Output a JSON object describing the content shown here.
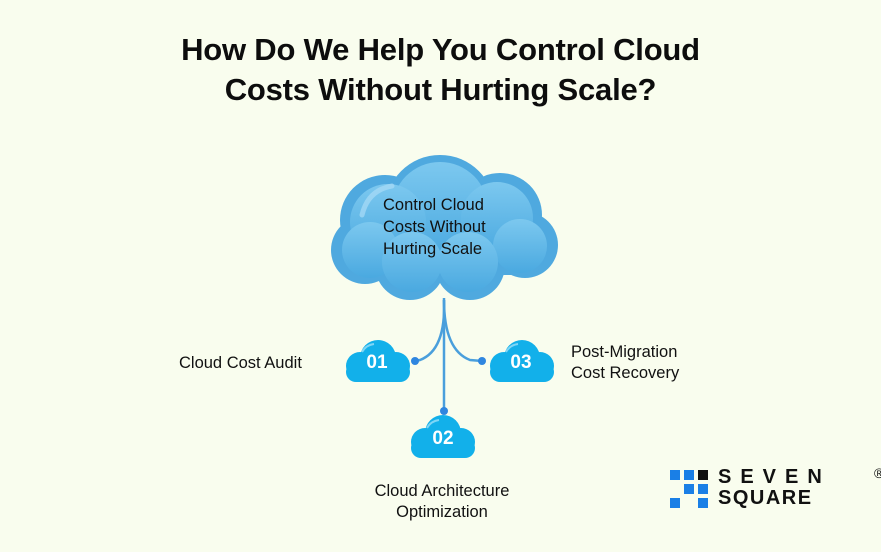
{
  "title": {
    "line1": "How Do We Help You Control Cloud",
    "line2": "Costs Without Hurting Scale?"
  },
  "central_node": {
    "lines": [
      "Control Cloud",
      "Costs Without",
      "Hurting Scale"
    ]
  },
  "nodes": [
    {
      "number": "01",
      "label_lines": [
        "Cloud Cost Audit"
      ]
    },
    {
      "number": "02",
      "label_lines": [
        "Cloud Architecture",
        "Optimization"
      ]
    },
    {
      "number": "03",
      "label_lines": [
        "Post-Migration",
        "Cost Recovery"
      ]
    }
  ],
  "logo": {
    "line1": "SEVEN",
    "line2": "SQUARE",
    "mark": "®"
  },
  "colors": {
    "background": "#f9fdee",
    "main_cloud": "#5ab4e5",
    "small_cloud": "#12b0ea",
    "connector": "#4a9fdc",
    "logo_blue": "#1a7fe6"
  }
}
